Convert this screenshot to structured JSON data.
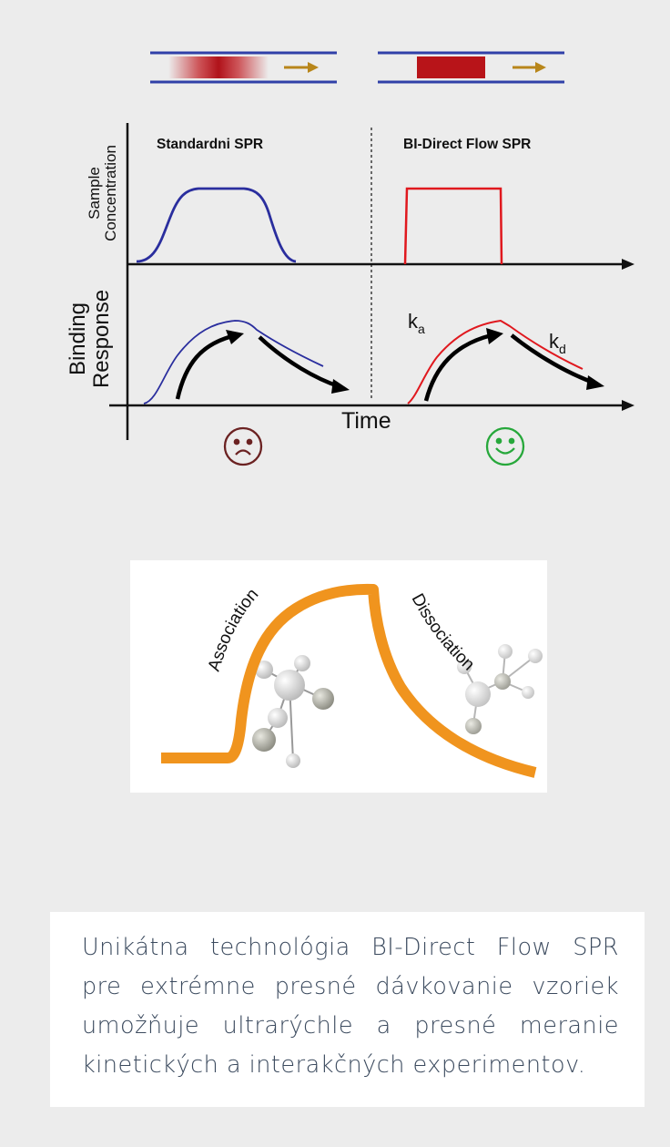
{
  "diagram": {
    "left_panel_title": "Standardni SPR",
    "right_panel_title": "BI-Direct Flow SPR",
    "y_label_top": [
      "Sample",
      "Concentration"
    ],
    "y_label_bottom": [
      "Binding",
      "Response"
    ],
    "x_label": "Time",
    "ka_label": "k",
    "ka_sub": "a",
    "kd_label": "k",
    "kd_sub": "d",
    "left_face": "sad-face",
    "right_face": "smiley-face",
    "colors": {
      "standard": "#2a2e9e",
      "bidirect": "#e0181e",
      "sad": "#6b2222",
      "happy": "#27a83b",
      "curve": "#f0941e",
      "plug": "#c0161c",
      "arrow": "#b8861a"
    }
  },
  "kinetics": {
    "association_label": "Association",
    "dissociation_label": "Dissociation"
  },
  "caption": {
    "lines": [
      "Unikátna technológia BI-Direct Flow SPR",
      "pre extrémne presné dávkovanie vzoriek",
      "umožňuje ultrarýchle a presné meranie",
      "kinetických a interakčných experimentov."
    ]
  }
}
